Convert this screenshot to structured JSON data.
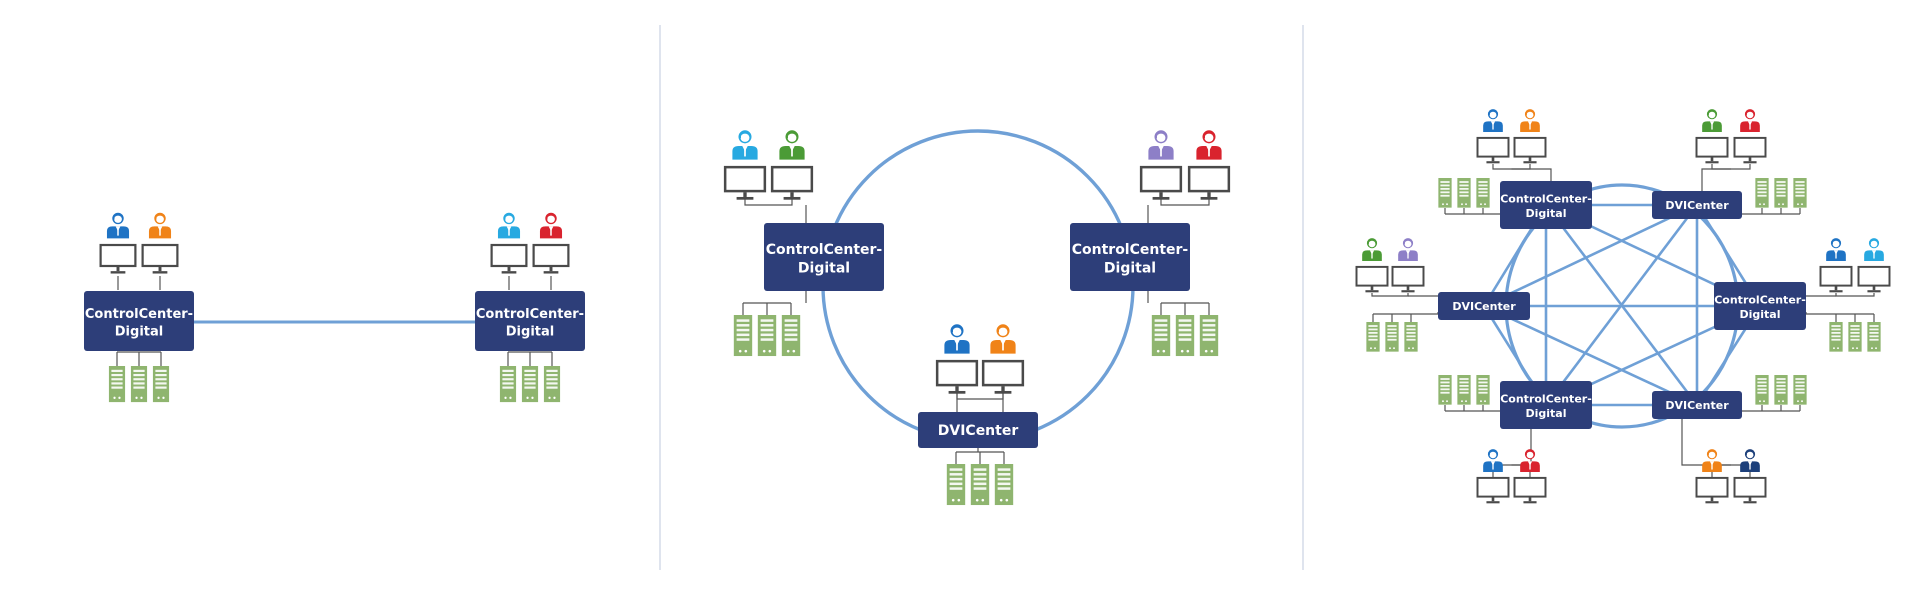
{
  "colors": {
    "background": "#ffffff",
    "node_fill": "#2d3e79",
    "connection": "#6fa0d6",
    "divider": "#cfd6e6",
    "monitor": "#4a4a4a",
    "server": "#8fb56f",
    "wire": "#555555"
  },
  "user_colors": {
    "blue": "#1f73c4",
    "orange": "#f08318",
    "cyan": "#27a9e1",
    "red": "#d9232e",
    "green": "#4b9b36",
    "purple": "#8d7fc7",
    "navy": "#1c3f7a"
  },
  "icons": {
    "user": "user-icon",
    "monitor": "monitor-icon",
    "server": "server-icon"
  },
  "panels": [
    {
      "name": "panel-point-to-point",
      "nodes": [
        {
          "id": "a",
          "line1": "ControlCenter-",
          "line2": "Digital",
          "users": [
            "blue",
            "orange"
          ]
        },
        {
          "id": "b",
          "line1": "ControlCenter-",
          "line2": "Digital",
          "users": [
            "cyan",
            "red"
          ]
        }
      ]
    },
    {
      "name": "panel-ring",
      "nodes": [
        {
          "id": "a",
          "line1": "ControlCenter-",
          "line2": "Digital",
          "users": [
            "cyan",
            "green"
          ]
        },
        {
          "id": "b",
          "line1": "ControlCenter-",
          "line2": "Digital",
          "users": [
            "purple",
            "red"
          ]
        },
        {
          "id": "c",
          "line1": "DVICenter",
          "line2": "",
          "users": [
            "blue",
            "orange"
          ]
        }
      ]
    },
    {
      "name": "panel-mesh",
      "nodes": [
        {
          "id": "tl",
          "line1": "ControlCenter-",
          "line2": "Digital",
          "users": [
            "blue",
            "orange"
          ]
        },
        {
          "id": "tr",
          "line1": "DVICenter",
          "line2": "",
          "users": [
            "green",
            "red"
          ]
        },
        {
          "id": "ml",
          "line1": "DVICenter",
          "line2": "",
          "users": [
            "green",
            "purple"
          ]
        },
        {
          "id": "mr",
          "line1": "ControlCenter-",
          "line2": "Digital",
          "users": [
            "blue",
            "cyan"
          ]
        },
        {
          "id": "bl",
          "line1": "ControlCenter-",
          "line2": "Digital",
          "users": [
            "blue",
            "red"
          ]
        },
        {
          "id": "br",
          "line1": "DVICenter",
          "line2": "",
          "users": [
            "orange",
            "navy"
          ]
        }
      ]
    }
  ]
}
